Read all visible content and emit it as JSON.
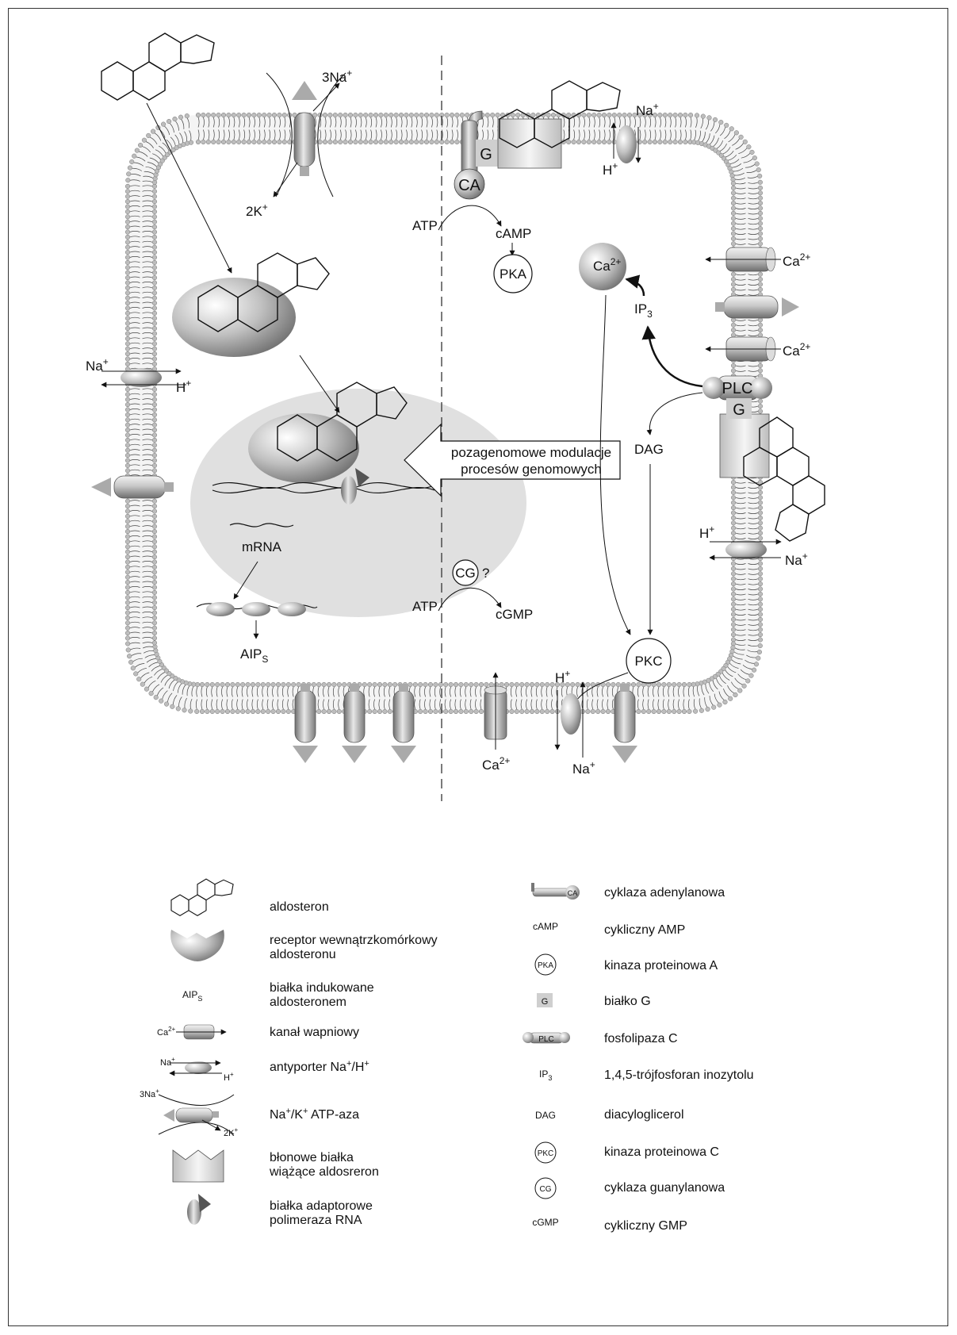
{
  "diagram": {
    "ions": {
      "na3": "3Na",
      "k2": "2K",
      "na": "Na",
      "h": "H",
      "ca": "Ca",
      "plus": "+",
      "two_plus": "2+"
    },
    "molecules": {
      "atp": "ATP",
      "camp": "cAMP",
      "cgmp": "cGMP",
      "pka": "PKA",
      "pkc": "PKC",
      "plc": "PLC",
      "g": "G",
      "ca_enzyme": "CA",
      "ip": "IP",
      "ip_sub": "3",
      "dag": "DAG",
      "cg": "CG",
      "question": "?",
      "mrna": "mRNA",
      "aip": "AIP",
      "aip_sub": "S"
    },
    "callout": {
      "line1": "pozagenomowe modulacje",
      "line2": "procesów genomowych"
    }
  },
  "legend": {
    "left": [
      {
        "icon": "aldosterone-icon",
        "line1": "aldosteron",
        "line2": ""
      },
      {
        "icon": "intracellular-receptor-icon",
        "line1": "receptor wewnątrzkomórkowy",
        "line2": "aldosteronu"
      },
      {
        "icon": "aip-icon",
        "line1": "białka indukowane",
        "line2": "aldosteronem"
      },
      {
        "icon": "calcium-channel-icon",
        "line1": "kanał wapniowy",
        "line2": ""
      },
      {
        "icon": "antiporter-icon",
        "line1": "antyporter Na",
        "line2": ""
      },
      {
        "icon": "na-k-atpase-icon",
        "line1": "Na",
        "line2": ""
      },
      {
        "icon": "membrane-binding-protein-icon",
        "line1": "błonowe białka",
        "line2": "wiążące aldosreron"
      },
      {
        "icon": "adaptor-protein-icon",
        "line1": "białka adaptorowe",
        "line2": "polimeraza RNA"
      }
    ],
    "antiporter_tail": "/H",
    "atpase_mid": "/K",
    "atpase_tail": " ATP-aza",
    "right": [
      {
        "icon": "adenylate-cyclase-icon",
        "label": "cyklaza adenylanowa"
      },
      {
        "icon": "camp-icon",
        "label": "cykliczny AMP"
      },
      {
        "icon": "pka-icon",
        "label": "kinaza proteinowa A"
      },
      {
        "icon": "g-protein-icon",
        "label": "białko G"
      },
      {
        "icon": "plc-icon",
        "label": "fosfolipaza C"
      },
      {
        "icon": "ip3-icon",
        "label": "1,4,5-trójfosforan inozytolu"
      },
      {
        "icon": "dag-icon",
        "label": "diacyloglicerol"
      },
      {
        "icon": "pkc-icon",
        "label": "kinaza proteinowa C"
      },
      {
        "icon": "cg-icon",
        "label": "cyklaza guanylanowa"
      },
      {
        "icon": "cgmp-icon",
        "label": "cykliczny GMP"
      }
    ]
  }
}
